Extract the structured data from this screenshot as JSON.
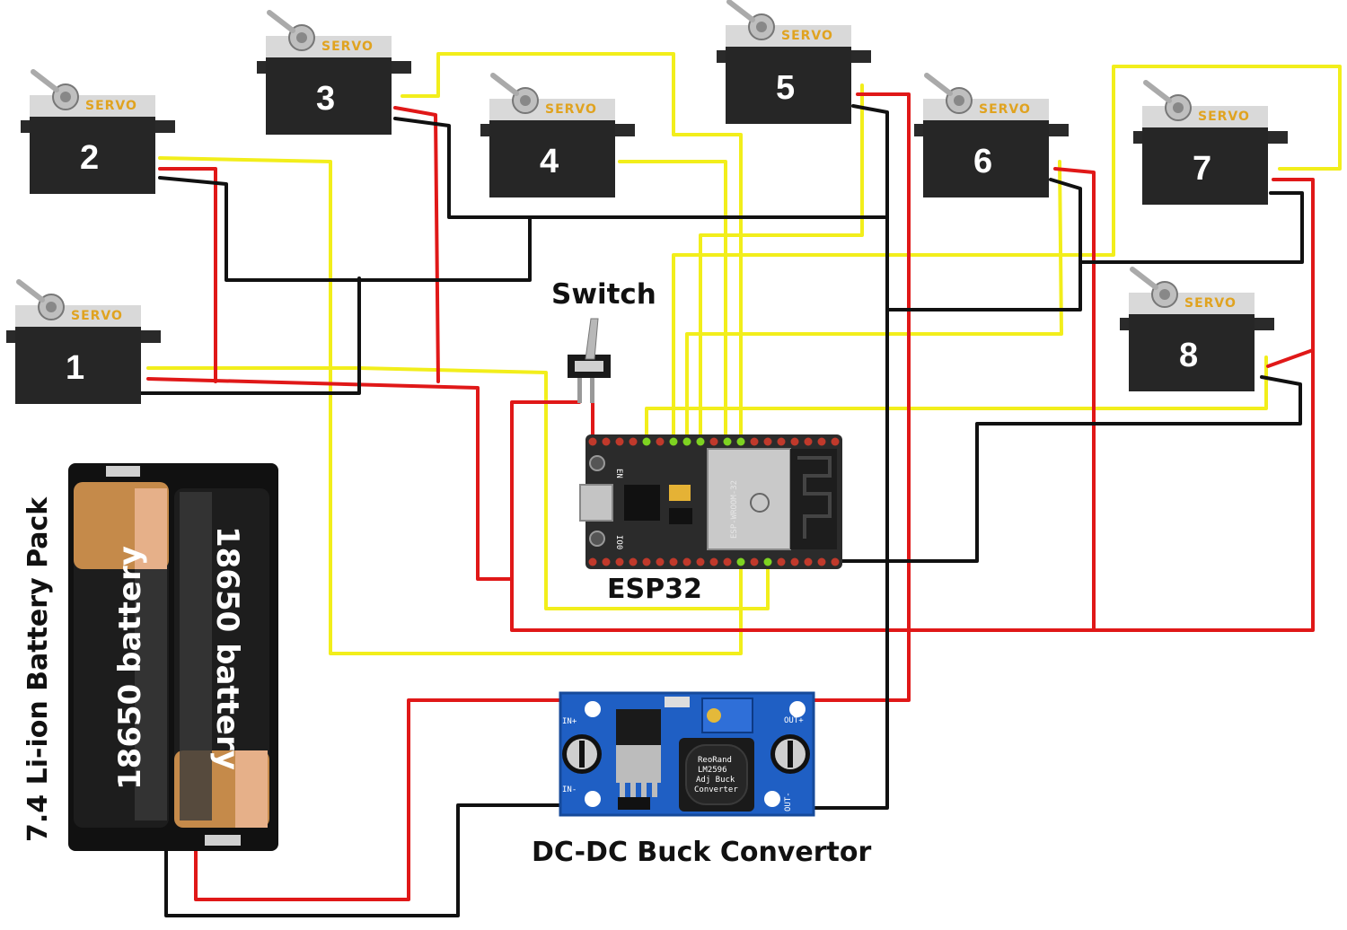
{
  "labels": {
    "switch": "Switch",
    "esp32": "ESP32",
    "buck": "DC-DC Buck Convertor",
    "battery_pack": "7.4 Li-ion Battery Pack"
  },
  "servo_text": "SERVO",
  "servos": [
    {
      "number": "1"
    },
    {
      "number": "2"
    },
    {
      "number": "3"
    },
    {
      "number": "4"
    },
    {
      "number": "5"
    },
    {
      "number": "6"
    },
    {
      "number": "7"
    },
    {
      "number": "8"
    }
  ],
  "battery": {
    "cell1": "18650 battery",
    "cell2": "18650 battery"
  },
  "esp32_board": {
    "module_text": "ESP-WROOM-32",
    "pin_en": "EN",
    "pin_io0": "IO0"
  },
  "buck_board": {
    "in_plus": "IN+",
    "in_minus": "IN-",
    "out_plus": "OUT+",
    "out_minus": "OUT-",
    "chip_line1": "ReoRand",
    "chip_line2": "LM2596",
    "chip_line3": "Adj Buck",
    "chip_line4": "Converter"
  },
  "colors": {
    "signal_wire": "#f2ee1b",
    "power_wire": "#e01818",
    "ground_wire": "#111111",
    "servo_label": "#e0a320",
    "buck_board": "#1f5fc4",
    "esp_board": "#2b2b2b"
  }
}
